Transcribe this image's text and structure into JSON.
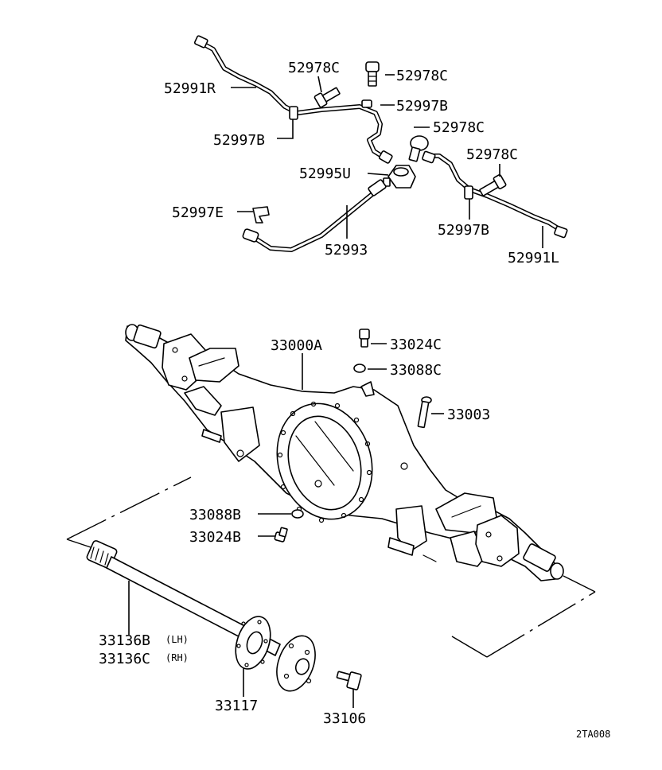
{
  "labels": {
    "p52978C_1": "52978C",
    "p52978C_2": "52978C",
    "p52991R": "52991R",
    "p52997B_1": "52997B",
    "p52997B_2": "52997B",
    "p52978C_3": "52978C",
    "p52978C_4": "52978C",
    "p52995U": "52995U",
    "p52997E": "52997E",
    "p52993": "52993",
    "p52997B_3": "52997B",
    "p52991L": "52991L",
    "p33000A": "33000A",
    "p33024C": "33024C",
    "p33088C": "33088C",
    "p33003": "33003",
    "p33088B": "33088B",
    "p33024B": "33024B",
    "p33136B": "33136B",
    "lh": "(LH)",
    "p33136C": "33136C",
    "rh": "(RH)",
    "p33117": "33117",
    "p33106": "33106",
    "ref": "2TA008"
  }
}
